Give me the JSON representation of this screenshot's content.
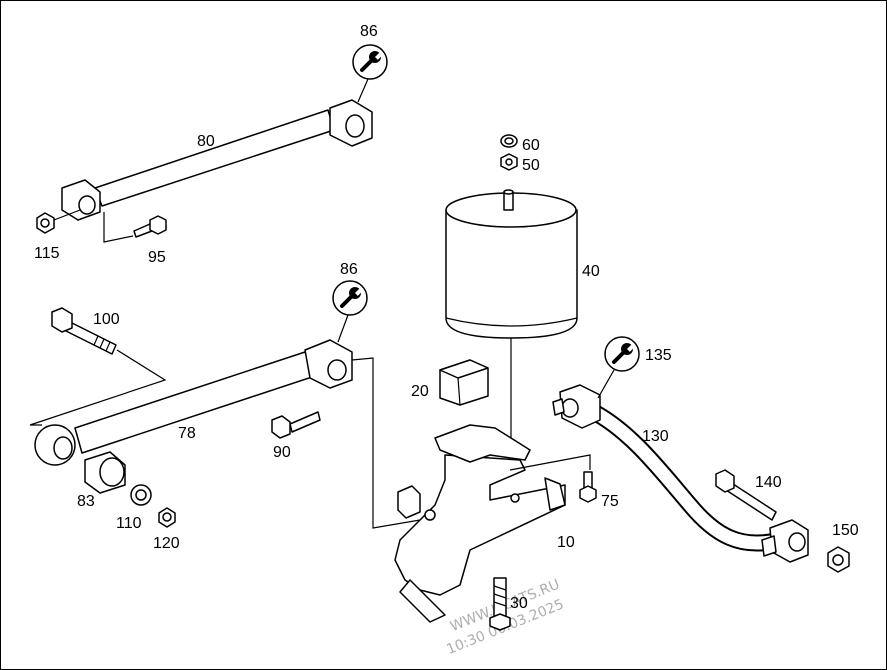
{
  "callouts": {
    "c86_top": "86",
    "c80": "80",
    "c60": "60",
    "c50": "50",
    "c40": "40",
    "c115": "115",
    "c95": "95",
    "c100": "100",
    "c86_mid": "86",
    "c20": "20",
    "c135": "135",
    "c130": "130",
    "c78": "78",
    "c90": "90",
    "c140": "140",
    "c75": "75",
    "c83": "83",
    "c110": "110",
    "c120": "120",
    "c10": "10",
    "c150": "150",
    "c30": "30"
  },
  "watermark": {
    "site": "WWW.ILCATS.RU",
    "timestamp": "10:30 06.03.2025"
  },
  "icons": {
    "tool_marker": "wrench-icon"
  }
}
